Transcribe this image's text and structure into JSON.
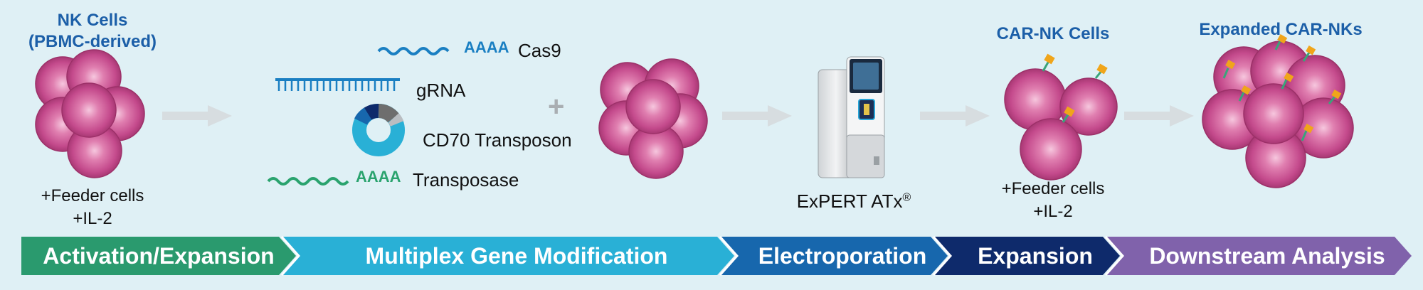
{
  "stage1": {
    "title_line1": "NK Cells",
    "title_line2": "(PBMC-derived)",
    "note_line1": "+Feeder cells",
    "note_line2": "+IL-2"
  },
  "reagents": {
    "cas9_seq": "AAAA",
    "cas9_label": "Cas9",
    "grna_label": "gRNA",
    "transposon_label": "CD70 Transposon",
    "transposase_seq": "AAAA",
    "transposase_label": "Transposase",
    "plus_sign": "+"
  },
  "device": {
    "label": "ExPERT ATx",
    "mark": "®"
  },
  "stage4": {
    "title": "CAR-NK Cells",
    "note_line1": "+Feeder cells",
    "note_line2": "+IL-2"
  },
  "stage5": {
    "title": "Expanded CAR-NKs"
  },
  "steps": [
    {
      "label": "Activation/Expansion",
      "color": "#2a9a6e"
    },
    {
      "label": "Multiplex Gene Modification",
      "color": "#29b0d6"
    },
    {
      "label": "Electroporation",
      "color": "#1767ad"
    },
    {
      "label": "Expansion",
      "color": "#0e2a6b"
    },
    {
      "label": "Downstream Analysis",
      "color": "#8062ab"
    }
  ],
  "colors": {
    "title_blue": "#1c5fa8",
    "cell": "#c44a8c",
    "arrow": "#d7dde0",
    "cas9_wave": "#1a7fc2",
    "transposase_wave": "#2aa36e"
  }
}
